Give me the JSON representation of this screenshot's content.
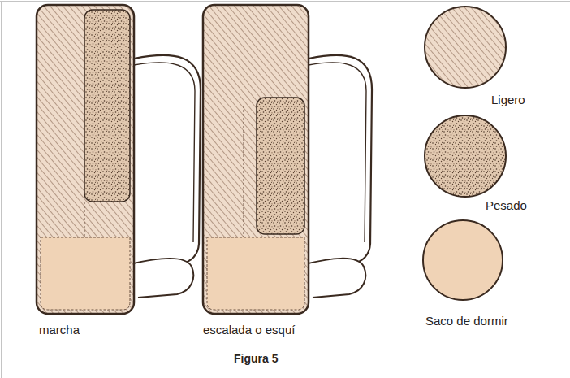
{
  "diagram": {
    "caption": "Figura 5",
    "labels": [
      "marcha",
      "escalada o esquí"
    ],
    "legend": [
      {
        "text": "Ligero"
      },
      {
        "text": "Pesado"
      },
      {
        "text": "Saco de dormir",
        "color": "#f0d3b6"
      }
    ]
  }
}
